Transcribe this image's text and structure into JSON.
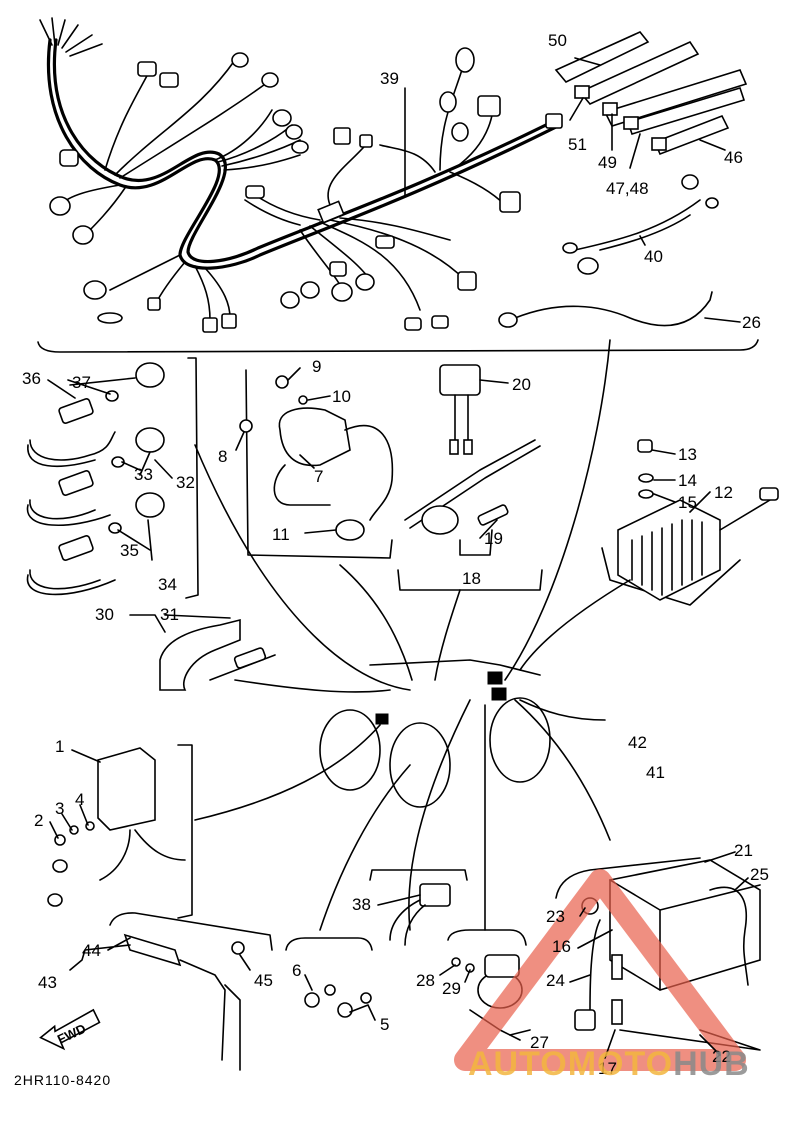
{
  "diagram": {
    "part_labels": {
      "p1": "1",
      "p2": "2",
      "p3": "3",
      "p4": "4",
      "p5": "5",
      "p6": "6",
      "p7": "7",
      "p8": "8",
      "p9": "9",
      "p10": "10",
      "p11": "11",
      "p12": "12",
      "p13": "13",
      "p14": "14",
      "p15": "15",
      "p16": "16",
      "p17": "17",
      "p18": "18",
      "p19": "19",
      "p20": "20",
      "p21": "21",
      "p22": "22",
      "p23": "23",
      "p24": "24",
      "p25": "25",
      "p26": "26",
      "p27": "27",
      "p28": "28",
      "p29": "29",
      "p30": "30",
      "p31": "31",
      "p32": "32",
      "p33": "33",
      "p34": "34",
      "p35": "35",
      "p36": "36",
      "p37": "37",
      "p38": "38",
      "p39": "39",
      "p40": "40",
      "p41": "41",
      "p42": "42",
      "p43": "43",
      "p44": "44",
      "p45": "45",
      "p46": "46",
      "p4748": "47,48",
      "p49": "49",
      "p50": "50",
      "p51": "51"
    },
    "fwd_label": "FWD",
    "drawing_code": "2HR110-8420",
    "watermark": {
      "part_a": "AUTOMOTO",
      "part_b": "HUB",
      "colors": [
        "#f3b63f",
        "#e8604c",
        "#8a8a8a"
      ]
    }
  }
}
